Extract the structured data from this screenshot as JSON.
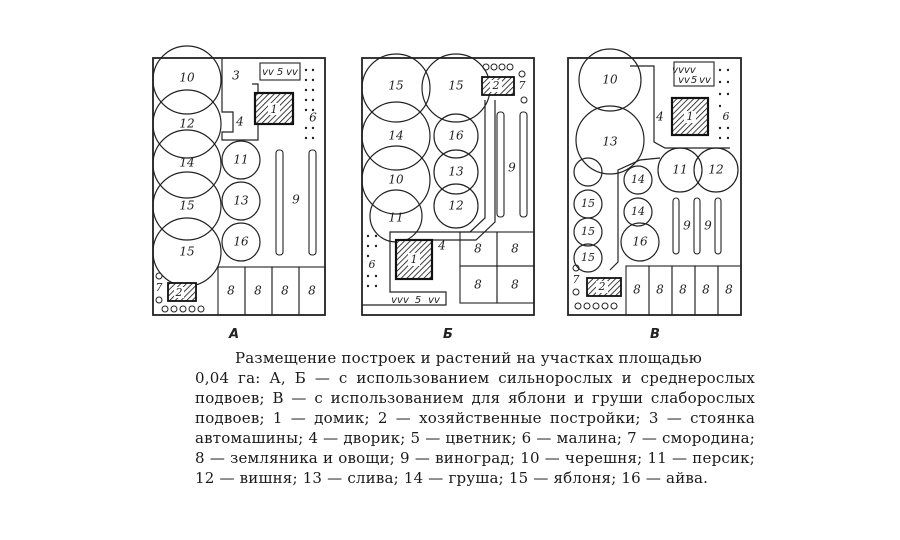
{
  "diagram": {
    "plans": [
      {
        "label": "А",
        "area_numbers": [
          "3",
          "4",
          "6",
          "7",
          "9"
        ],
        "tree_numbers": [
          "10",
          "12",
          "14",
          "15",
          "15",
          "11",
          "13",
          "16"
        ],
        "house": "1",
        "shed": "2",
        "flowerbed": "5",
        "beds": [
          "8",
          "8",
          "8",
          "8"
        ]
      },
      {
        "label": "Б",
        "area_numbers": [
          "4",
          "6",
          "7",
          "9"
        ],
        "tree_numbers": [
          "15",
          "15",
          "14",
          "16",
          "10",
          "13",
          "11",
          "12"
        ],
        "house": "1",
        "shed": "2",
        "flowerbed": "5",
        "beds": [
          "8",
          "8",
          "8",
          "8"
        ]
      },
      {
        "label": "В",
        "area_numbers": [
          "4",
          "6",
          "7",
          "9",
          "9"
        ],
        "tree_numbers": [
          "10",
          "13",
          "11",
          "12",
          "14",
          "14",
          "16",
          "15",
          "15",
          "15"
        ],
        "house": "1",
        "shed": "2",
        "flowerbed": "5",
        "beds": [
          "8",
          "8",
          "8",
          "8",
          "8"
        ]
      }
    ]
  },
  "caption": {
    "line1": "Размещение построек и растений на участках площадью",
    "rest": "0,04 га: А, Б — с использованием сильнорослых и среднерослых подвоев; В — с использованием для яблони и груши слаборослых подвоев; 1 — домик; 2 — хозяйственные постройки; 3 — стоянка автомашины; 4 — дворик; 5 — цветник; 6 — малина; 7 — смородина; 8 — земляника и овощи; 9 — виноград; 10 — черешня; 11 — персик; 12 — вишня; 13 — слива; 14 — груша; 15 — яблоня; 16 — айва."
  }
}
